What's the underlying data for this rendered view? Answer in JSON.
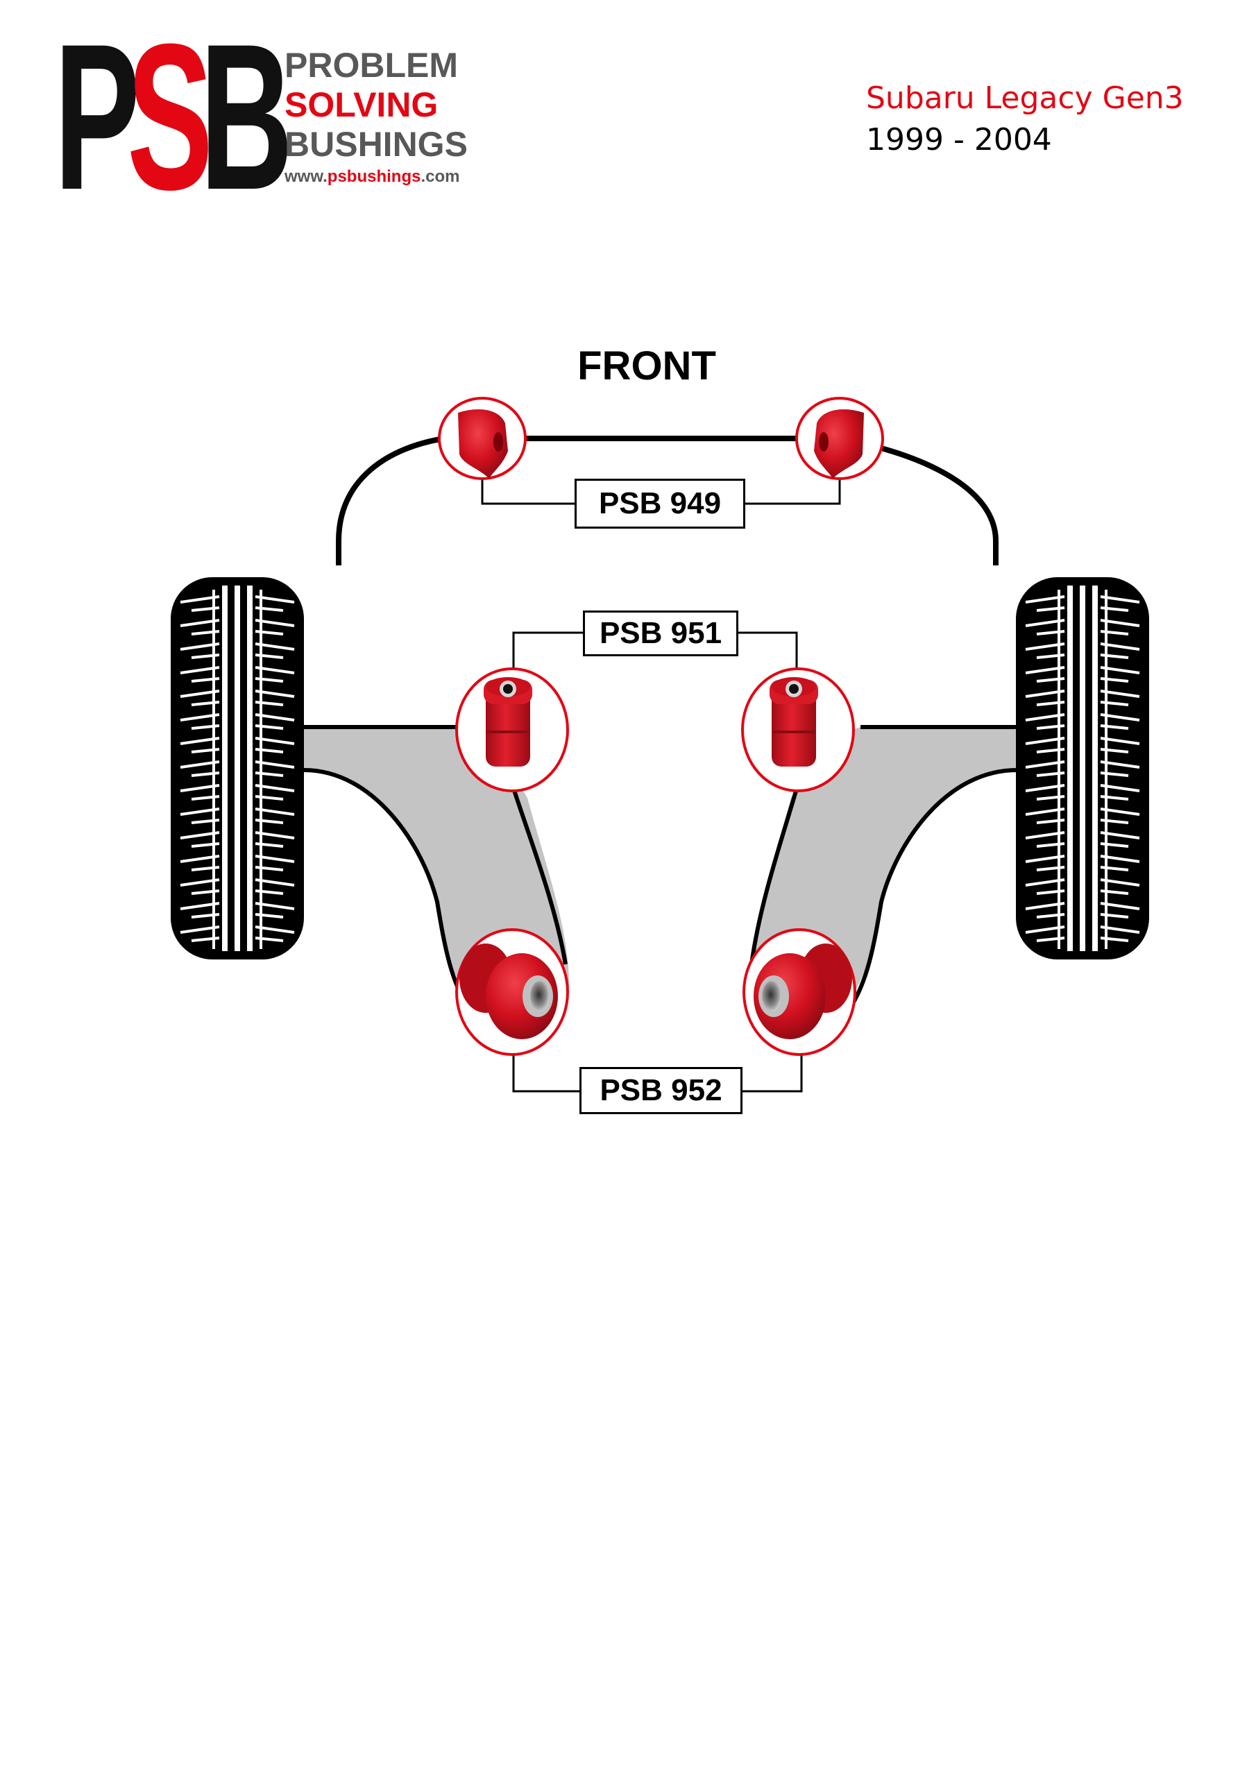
{
  "brand": {
    "letters": [
      "P",
      "S",
      "B"
    ],
    "letter_colors": [
      "#111111",
      "#e30613",
      "#111111"
    ],
    "lines": [
      {
        "text": "PROBLEM",
        "color": "#585858"
      },
      {
        "text": "SOLVING",
        "color": "#e30613"
      },
      {
        "text": "BUSHINGS",
        "color": "#585858"
      }
    ],
    "url_prefix": "www.",
    "url_domain": "psbushings",
    "url_suffix": ".com"
  },
  "vehicle": {
    "model": "Subaru Legacy Gen3",
    "years": "1999 - 2004"
  },
  "diagram": {
    "axle_label": "FRONT",
    "parts": [
      {
        "label": "PSB 949",
        "location": "anti-roll bar bushes",
        "bushing_icon": "anti-roll-bar-bush-icon",
        "count": 2
      },
      {
        "label": "PSB 951",
        "location": "front arm front bushes",
        "bushing_icon": "cylindrical-bush-icon",
        "count": 2
      },
      {
        "label": "PSB 952",
        "location": "front arm rear bushes",
        "bushing_icon": "flanged-bush-icon",
        "count": 2
      }
    ],
    "colors": {
      "bushing_red": "#d0101e",
      "highlight_ring": "#e30613",
      "arm_fill": "#c4c4c4",
      "line": "#000000"
    }
  }
}
